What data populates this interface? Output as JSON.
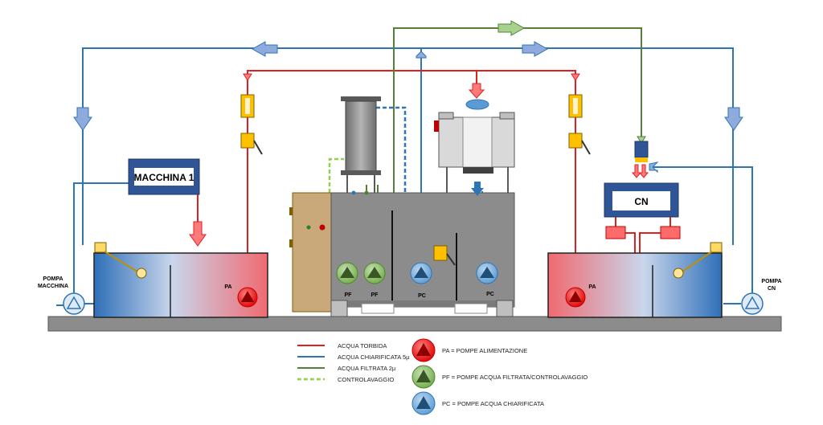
{
  "colors": {
    "turbid": "#e02020",
    "clarified": "#2e75b6",
    "filtered": "#548235",
    "backwash": "#92d050",
    "floor": "#8c8c8c",
    "machine_box": "#2f5597",
    "pump_red": "#ff0000",
    "pump_green": "#70ad47",
    "pump_blue": "#5b9bd5"
  },
  "labels": {
    "machine": "MACCHINA 1",
    "cn": "CN",
    "pump_machine_line1": "POMPA",
    "pump_machine_line2": "MACCHINA",
    "pump_cn_line1": "POMPA",
    "pump_cn_line2": "CN",
    "pa_left": "PA",
    "pa_right": "PA",
    "pf1": "PF",
    "pf2": "PF",
    "pc1": "PC",
    "pc2": "PC"
  },
  "legend": {
    "lines": [
      {
        "label": "ACQUA TORBIDA",
        "color": "#e02020",
        "style": "solid"
      },
      {
        "label": "ACQUA CHIARIFICATA 5µ",
        "color": "#2e75b6",
        "style": "solid"
      },
      {
        "label": "ACQUA FILTRATA 2µ",
        "color": "#548235",
        "style": "solid"
      },
      {
        "label": "CONTROLAVAGGIO",
        "color": "#92d050",
        "style": "dashed"
      }
    ],
    "pumps": [
      {
        "label": "PA = POMPE ALIMENTAZIONE",
        "icon": "red-pump-icon"
      },
      {
        "label": "PF = POMPE ACQUA FILTRATA/CONTROLAVAGGIO",
        "icon": "green-pump-icon"
      },
      {
        "label": "PC = POMPE ACQUA CHIARIFICATA",
        "icon": "blue-pump-icon"
      }
    ]
  }
}
